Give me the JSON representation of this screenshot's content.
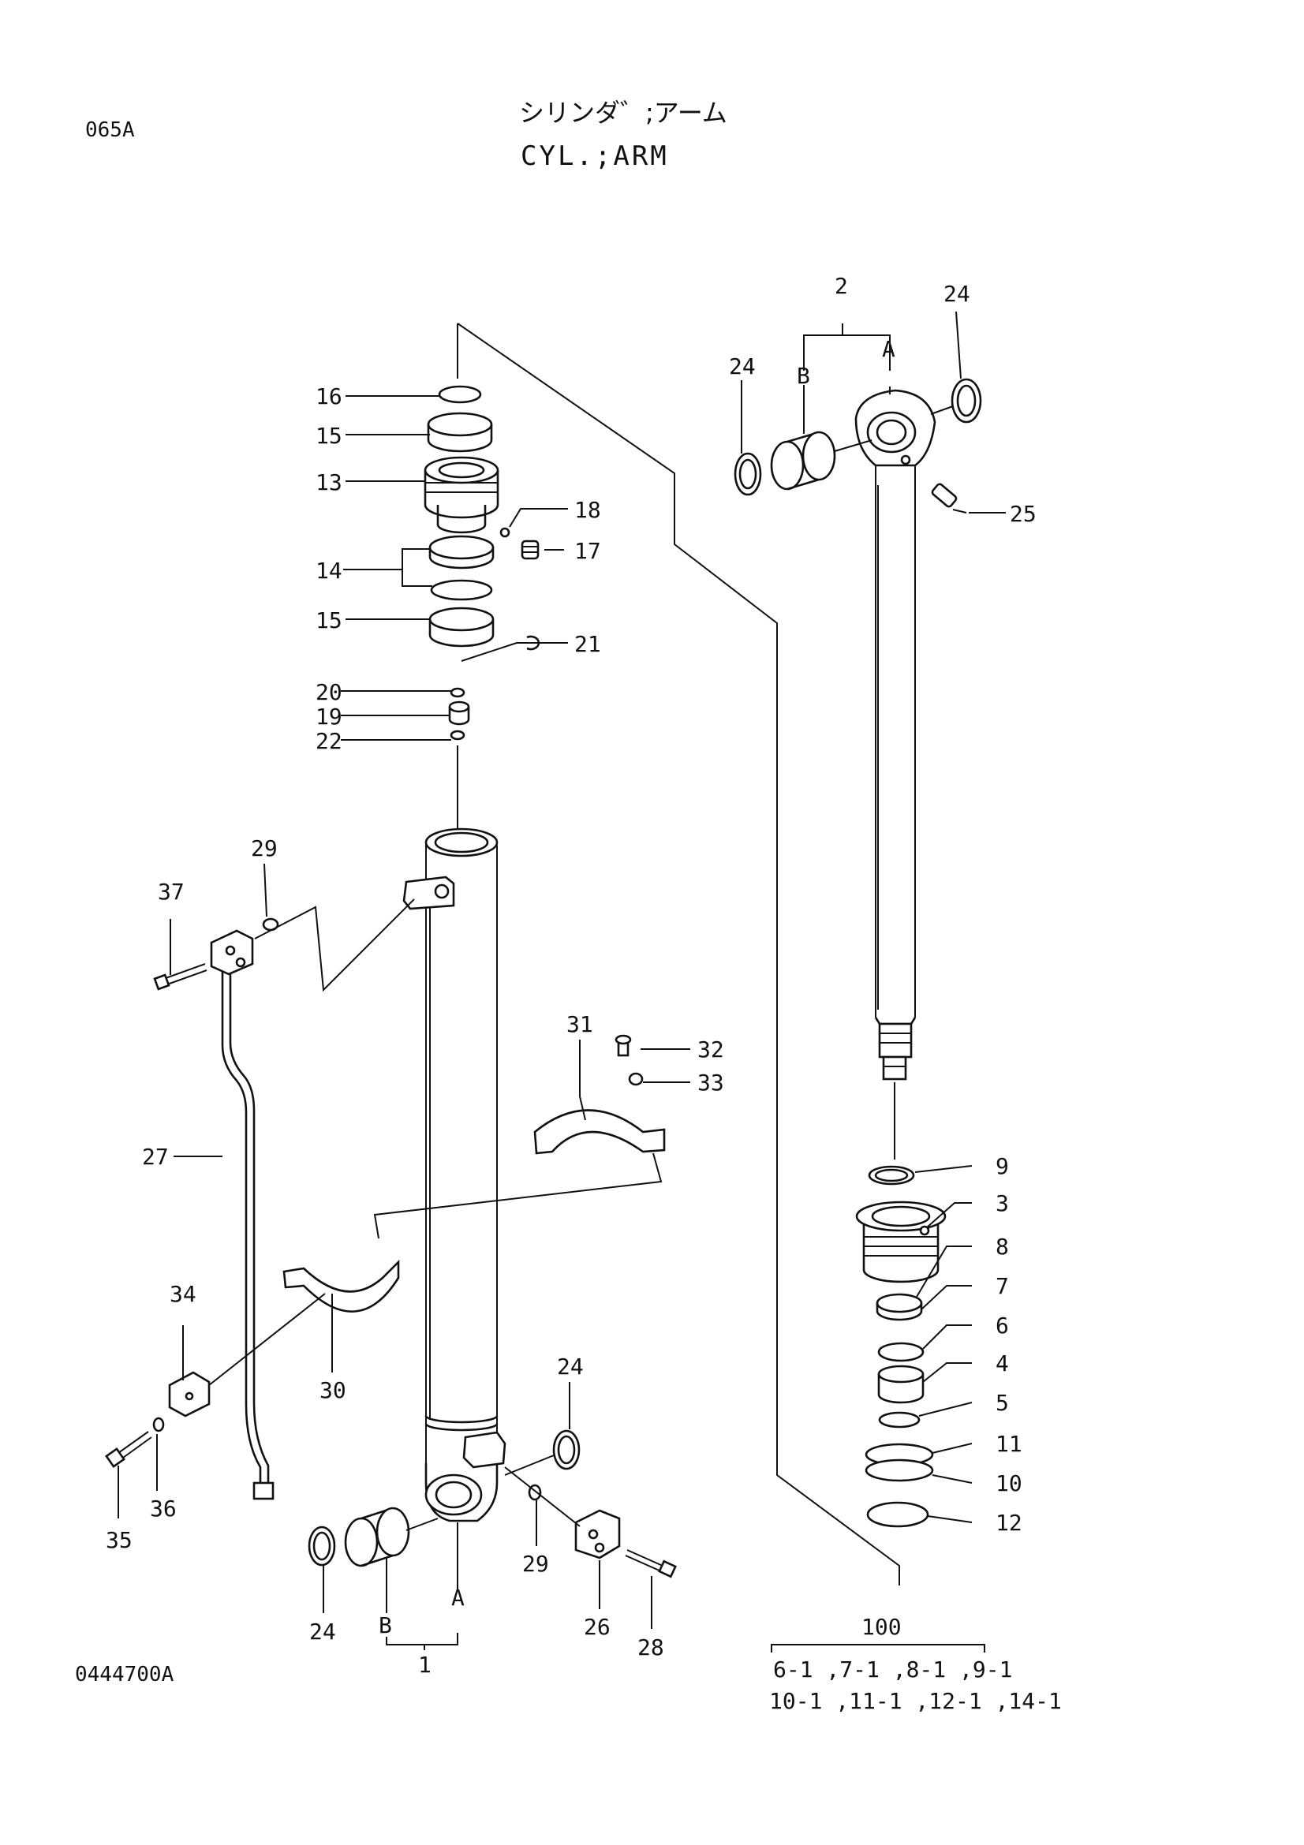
{
  "header": {
    "page_code": "065A",
    "title_jp": "シリンダ゛;アーム",
    "title_en": "CYL.;ARM"
  },
  "footer": {
    "drawing_no": "0444700A"
  },
  "callouts": {
    "c1": "1",
    "c2": "2",
    "c3": "3",
    "c4": "4",
    "c5": "5",
    "c6": "6",
    "c7": "7",
    "c8": "8",
    "c9": "9",
    "c10": "10",
    "c11": "11",
    "c12": "12",
    "c13": "13",
    "c14": "14",
    "c15a": "15",
    "c15b": "15",
    "c16": "16",
    "c17": "17",
    "c18": "18",
    "c19": "19",
    "c20": "20",
    "c21": "21",
    "c22": "22",
    "c24a": "24",
    "c24b": "24",
    "c24c": "24",
    "c24d": "24",
    "c25": "25",
    "c26": "26",
    "c27": "27",
    "c28": "28",
    "c29a": "29",
    "c29b": "29",
    "c30": "30",
    "c31": "31",
    "c32": "32",
    "c33": "33",
    "c34": "34",
    "c35": "35",
    "c36": "36",
    "c37": "37",
    "A_top": "A",
    "B_top": "B",
    "A_bot": "A",
    "B_bot": "B"
  },
  "kit": {
    "number": "100",
    "line1": "6-1 ,7-1 ,8-1 ,9-1",
    "line2": "10-1 ,11-1 ,12-1 ,14-1"
  }
}
